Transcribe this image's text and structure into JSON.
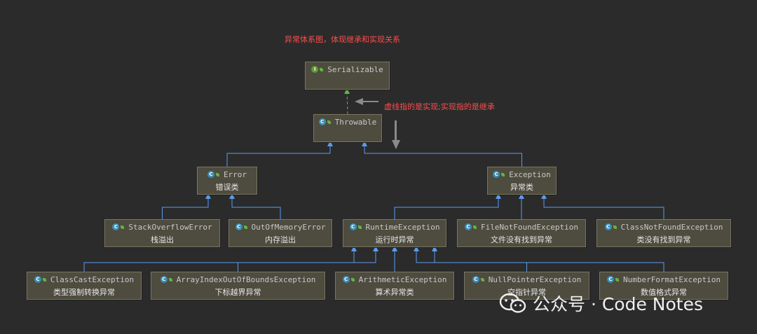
{
  "colors": {
    "background": "#2b2b2b",
    "node_fill": "#4e4b3f",
    "node_border": "#7a7663",
    "inherit_edge": "#5b9bf0",
    "implement_edge": "#62b543",
    "annotation": "#ff4c4c"
  },
  "annotations": {
    "title": "异常体系图，体现继承和实现关系",
    "edge_note": "虚线指的是实现;实现指的是继承"
  },
  "nodes": {
    "serializable": {
      "name": "Serializable",
      "sub": "",
      "icon": "interface-icon"
    },
    "throwable": {
      "name": "Throwable",
      "sub": "",
      "icon": "class-icon"
    },
    "error": {
      "name": "Error",
      "sub": "错误类",
      "icon": "class-icon"
    },
    "exception": {
      "name": "Exception",
      "sub": "异常类",
      "icon": "class-icon"
    },
    "stackoverflowerror": {
      "name": "StackOverflowError",
      "sub": "栈溢出",
      "icon": "class-icon"
    },
    "outofmemoryerror": {
      "name": "OutOfMemoryError",
      "sub": "内存溢出",
      "icon": "class-icon"
    },
    "runtimeexception": {
      "name": "RuntimeException",
      "sub": "运行时异常",
      "icon": "class-icon"
    },
    "filenotfoundexception": {
      "name": "FileNotFoundException",
      "sub": "文件没有找到异常",
      "icon": "class-icon"
    },
    "classnotfoundexception": {
      "name": "ClassNotFoundException",
      "sub": "类没有找到异常",
      "icon": "class-icon"
    },
    "classcastexception": {
      "name": "ClassCastException",
      "sub": "类型强制转换异常",
      "icon": "class-icon"
    },
    "arrayindexoutofboundsexception": {
      "name": "ArrayIndexOutOfBoundsException",
      "sub": "下标越界异常",
      "icon": "class-icon"
    },
    "arithmeticexception": {
      "name": "ArithmeticException",
      "sub": "算术异常类",
      "icon": "class-icon"
    },
    "nullpointerexception": {
      "name": "NullPointerException",
      "sub": "空指针异常",
      "icon": "class-icon"
    },
    "numberformatexception": {
      "name": "NumberFormatException",
      "sub": "数值格式异常",
      "icon": "class-icon"
    }
  },
  "edges": [
    {
      "from": "throwable",
      "to": "serializable",
      "kind": "implements"
    },
    {
      "from": "error",
      "to": "throwable",
      "kind": "extends"
    },
    {
      "from": "exception",
      "to": "throwable",
      "kind": "extends"
    },
    {
      "from": "stackoverflowerror",
      "to": "error",
      "kind": "extends"
    },
    {
      "from": "outofmemoryerror",
      "to": "error",
      "kind": "extends"
    },
    {
      "from": "runtimeexception",
      "to": "exception",
      "kind": "extends"
    },
    {
      "from": "filenotfoundexception",
      "to": "exception",
      "kind": "extends"
    },
    {
      "from": "classnotfoundexception",
      "to": "exception",
      "kind": "extends"
    },
    {
      "from": "classcastexception",
      "to": "runtimeexception",
      "kind": "extends"
    },
    {
      "from": "arrayindexoutofboundsexception",
      "to": "runtimeexception",
      "kind": "extends"
    },
    {
      "from": "arithmeticexception",
      "to": "runtimeexception",
      "kind": "extends"
    },
    {
      "from": "nullpointerexception",
      "to": "runtimeexception",
      "kind": "extends"
    },
    {
      "from": "numberformatexception",
      "to": "runtimeexception",
      "kind": "extends"
    }
  ],
  "watermark": {
    "text": "公众号 · Code Notes",
    "icon": "wechat-icon"
  }
}
